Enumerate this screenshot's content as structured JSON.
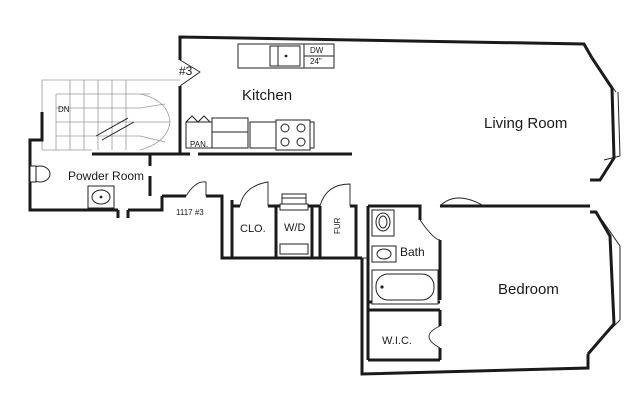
{
  "rooms": {
    "kitchen": "Kitchen",
    "living_room": "Living Room",
    "powder_room": "Powder Room",
    "bedroom": "Bedroom",
    "bath": "Bath",
    "closet": "CLO.",
    "washer_dryer": "W/D",
    "furnace": "FUR",
    "walk_in_closet": "W.I.C."
  },
  "fixtures": {
    "dishwasher": "DW",
    "dishwasher_size": "24\"",
    "pantry": "PAN."
  },
  "labels": {
    "unit_top": "#3",
    "unit_entry": "1117 #3",
    "stair_down": "DN"
  },
  "colors": {
    "wall": "#1a1a1a",
    "stair": "#9a9a9a",
    "background": "#ffffff"
  }
}
